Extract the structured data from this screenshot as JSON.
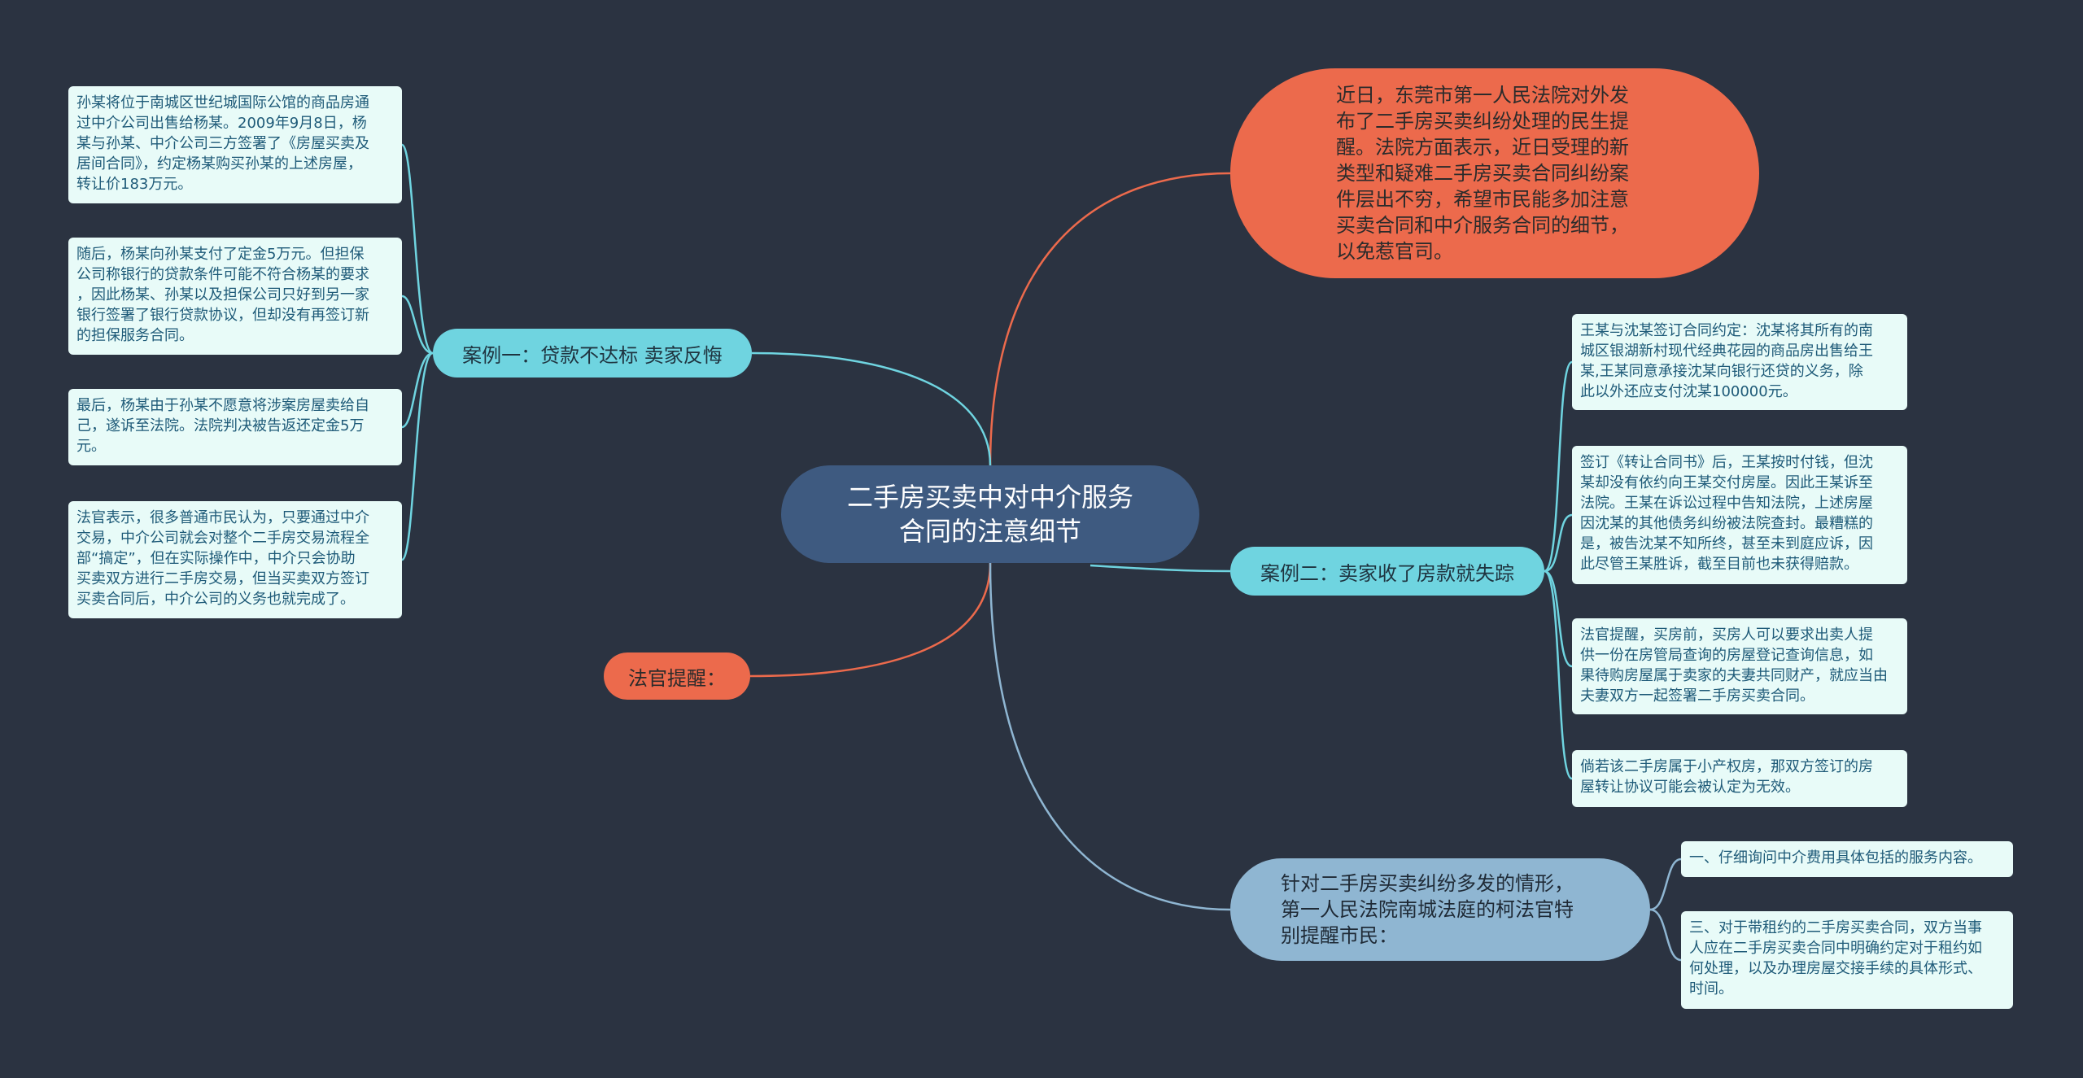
{
  "colors": {
    "background": "#2b3341",
    "root": "#3e5a80",
    "orange": "#ec6a4c",
    "cyan": "#6fd4e0",
    "blue_gray": "#8fb6d2",
    "leaf": "#e8fbf8",
    "leaf_text": "#1e5a78",
    "line_orange": "#ec6a4c",
    "line_cyan": "#6fd4e0",
    "line_blue": "#8fb6d2"
  },
  "root": {
    "label": "二手房买卖中对中介服务\n合同的注意细节"
  },
  "intro": {
    "text": "近日，东莞市第一人民法院对外发\n布了二手房买卖纠纷处理的民生提\n醒。法院方面表示，近日受理的新\n类型和疑难二手房买卖合同纠纷案\n件层出不穷，希望市民能多加注意\n买卖合同和中介服务合同的细节，\n以免惹官司。"
  },
  "case1": {
    "label": "案例一：贷款不达标 卖家反悔",
    "leaves": [
      "孙某将位于南城区世纪城国际公馆的商品房通\n过中介公司出售给杨某。2009年9月8日，杨\n某与孙某、中介公司三方签署了《房屋买卖及\n居间合同》，约定杨某购买孙某的上述房屋，\n转让价183万元。",
      "随后，杨某向孙某支付了定金5万元。但担保\n公司称银行的贷款条件可能不符合杨某的要求\n，因此杨某、孙某以及担保公司只好到另一家\n银行签署了银行贷款协议，但却没有再签订新\n的担保服务合同。",
      "最后，杨某由于孙某不愿意将涉案房屋卖给自\n己，遂诉至法院。法院判决被告返还定金5万\n元。",
      "法官表示，很多普通市民认为，只要通过中介\n交易，中介公司就会对整个二手房交易流程全\n部“搞定”，但在实际操作中，中介只会协助\n买卖双方进行二手房交易，但当买卖双方签订\n买卖合同后，中介公司的义务也就完成了。"
    ]
  },
  "case2": {
    "label": "案例二：卖家收了房款就失踪",
    "leaves": [
      "王某与沈某签订合同约定：沈某将其所有的南\n城区银湖新村现代经典花园的商品房出售给王\n某,王某同意承接沈某向银行还贷的义务，除\n此以外还应支付沈某100000元。",
      "签订《转让合同书》后，王某按时付钱，但沈\n某却没有依约向王某交付房屋。因此王某诉至\n法院。王某在诉讼过程中告知法院，上述房屋\n因沈某的其他债务纠纷被法院查封。最糟糕的\n是，被告沈某不知所终，甚至未到庭应诉，因\n此尽管王某胜诉，截至目前也未获得赔款。",
      "法官提醒，买房前，买房人可以要求出卖人提\n供一份在房管局查询的房屋登记查询信息，如\n果待购房屋属于卖家的夫妻共同财产，就应当由\n夫妻双方一起签署二手房买卖合同。",
      "倘若该二手房属于小产权房，那双方签订的房\n屋转让协议可能会被认定为无效。"
    ]
  },
  "judge": {
    "label": "法官提醒："
  },
  "advice": {
    "text": "针对二手房买卖纠纷多发的情形，\n第一人民法院南城法庭的柯法官特\n别提醒市民：",
    "leaves": [
      "一、仔细询问中介费用具体包括的服务内容。",
      "三、对于带租约的二手房买卖合同，双方当事\n人应在二手房买卖合同中明确约定对于租约如\n何处理，以及办理房屋交接手续的具体形式、\n时间。"
    ]
  }
}
